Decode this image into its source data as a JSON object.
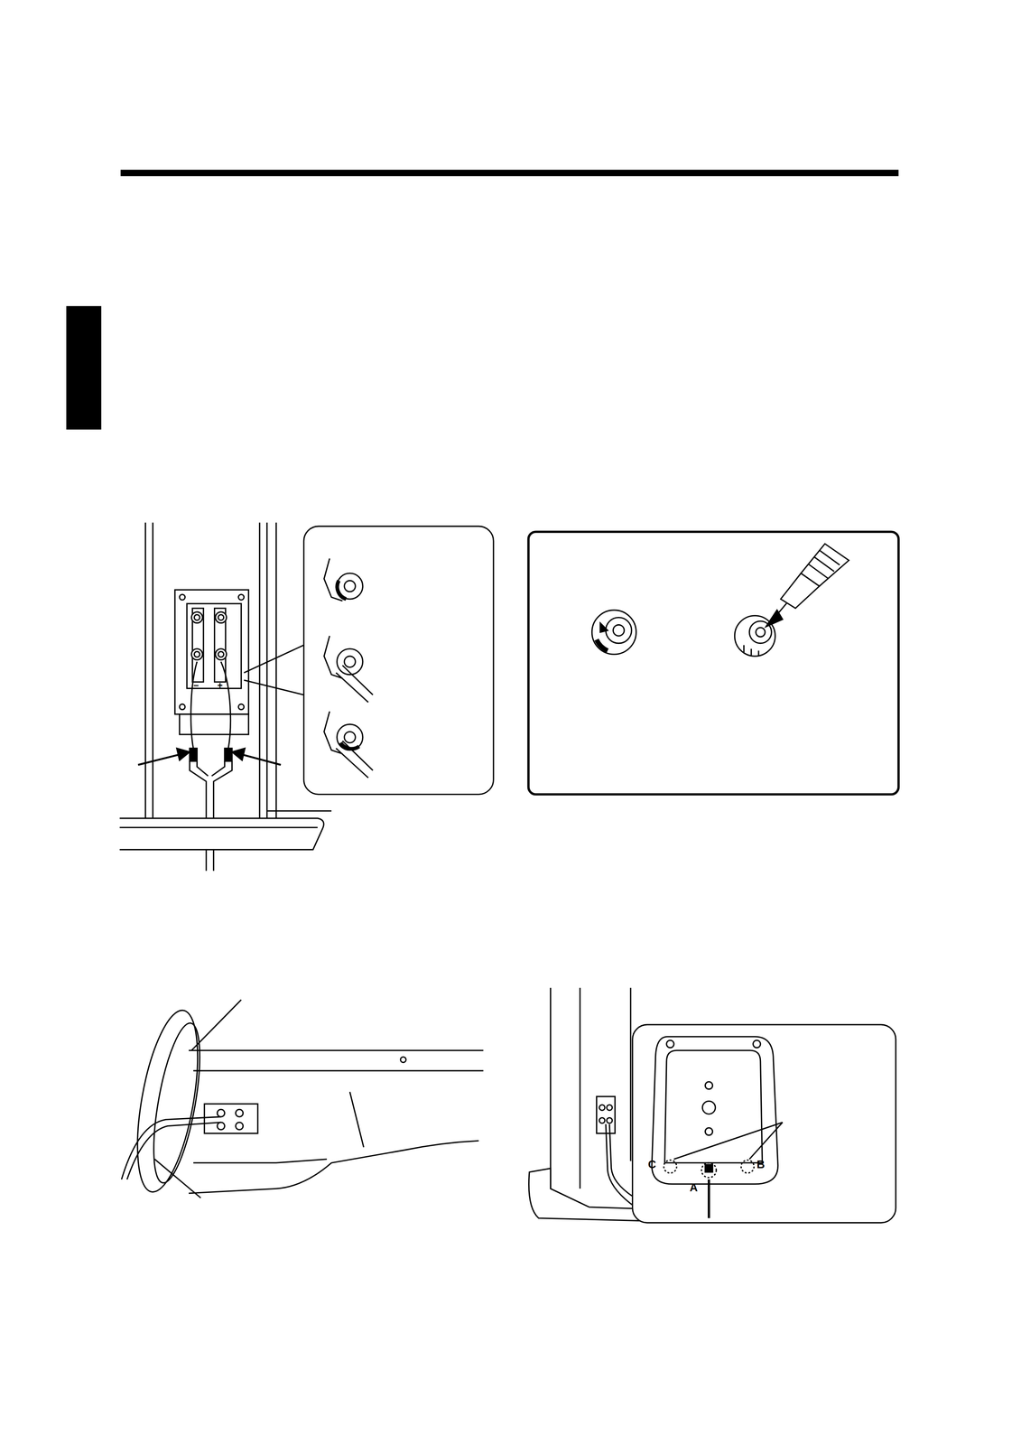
{
  "diagram": {
    "labels": [
      "−",
      "+",
      "C",
      "B",
      "A"
    ]
  }
}
